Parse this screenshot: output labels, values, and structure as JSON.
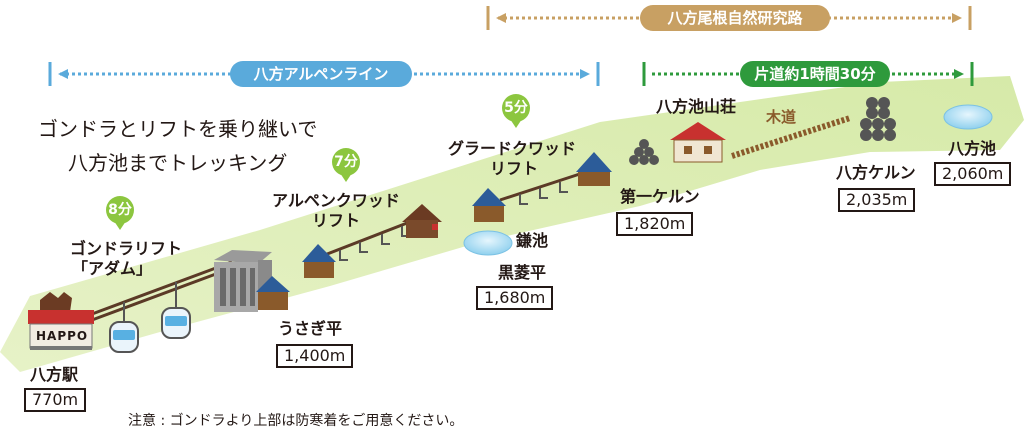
{
  "title": {
    "line1": "ゴンドラとリフトを乗り継いで",
    "line2": "八方池までトレッキング"
  },
  "routes": {
    "ridge_trail": "八方尾根自然研究路",
    "alpen_line": "八方アルペンライン",
    "one_way": "片道約1時間30分"
  },
  "lifts": {
    "gondola_name": "ゴンドラリフト",
    "gondola_sub": "「アダム」",
    "gondola_time": "8分",
    "alpen_name": "アルペンクワッド",
    "alpen_sub": "リフト",
    "alpen_time": "7分",
    "grad_name": "グラードクワッド",
    "grad_sub": "リフト",
    "grad_time": "5分"
  },
  "stations": {
    "station_sign": "HAPPO",
    "happo_station": "八方駅",
    "happo_station_elev": "770m",
    "usagidaira": "うさぎ平",
    "usagidaira_elev": "1,400m",
    "kamaike": "鎌池",
    "kurobishi": "黒菱平",
    "kurobishi_elev": "1,680m",
    "first_cairn": "第一ケルン",
    "first_cairn_elev": "1,820m",
    "sanso": "八方池山荘",
    "mokudo": "木道",
    "happo_cairn": "八方ケルン",
    "happo_cairn_elev": "2,035m",
    "happo_pond": "八方池",
    "happo_pond_elev": "2,060m"
  },
  "note": "注意 : ゴンドラより上部は防寒着をご用意ください。",
  "colors": {
    "alpen_line": "#5aaadb",
    "ridge_trail": "#c8a063",
    "one_way": "#2e9a3c",
    "ridge_band": "#d6eaa8",
    "lift_pin": "#8cc63f",
    "roof_blue": "#2c5c99",
    "roof_red": "#c8312f",
    "wood_brown": "#8a5a2b"
  }
}
